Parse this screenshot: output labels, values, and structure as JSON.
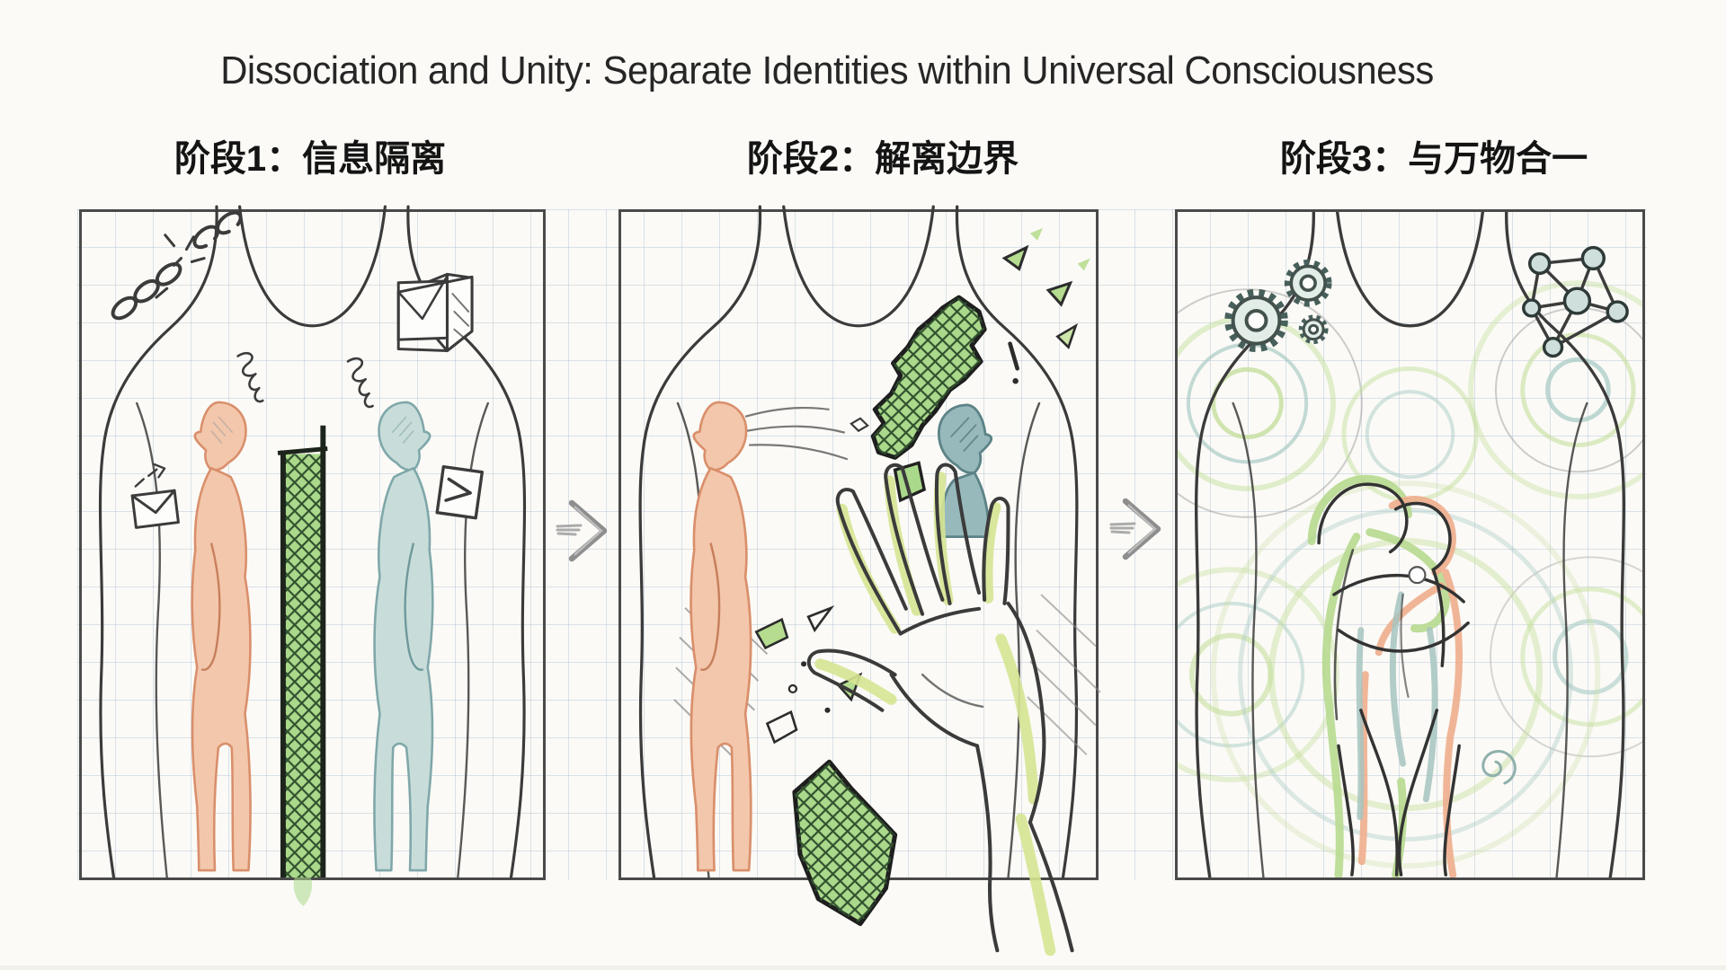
{
  "header": {
    "title": "Dissociation and Unity: Separate Identities within Universal Consciousness"
  },
  "stages": [
    {
      "id": "1",
      "label": "阶段1：信息隔离"
    },
    {
      "id": "2",
      "label": "阶段2：解离边界"
    },
    {
      "id": "3",
      "label": "阶段3：与万物合一"
    }
  ],
  "panels": [
    {
      "name": "information-isolation",
      "icons": [
        "broken-chain-icon",
        "parcel-envelope-icon",
        "envelope-icon",
        "send-envelope-icon",
        "thought-squiggle-icon"
      ],
      "figures": [
        "torso-outline",
        "orange-identity-figure",
        "teal-identity-figure",
        "green-separation-barrier"
      ]
    },
    {
      "name": "dissolving-boundary",
      "icons": [
        "shattered-barrier-fragments",
        "exclamation-shard",
        "dissolution-streaks"
      ],
      "figures": [
        "torso-outline",
        "orange-identity-figure",
        "fading-teal-figure",
        "reaching-hand"
      ]
    },
    {
      "name": "unity-with-all",
      "icons": [
        "gears-icon",
        "network-icon",
        "spiral-icon",
        "ripple-rings"
      ],
      "figures": [
        "torso-outline",
        "embracing-figures"
      ]
    }
  ],
  "connector": {
    "arrow_icon": "next-stage-arrow"
  },
  "colors": {
    "paper": "#fbfaf6",
    "ink": "#3b3b3b",
    "grid_line": "#7d9bc3",
    "orange_fill": "#f3c7ac",
    "orange_stroke": "#d98f6b",
    "teal_fill": "#c8ddda",
    "teal_stroke": "#7fa7a9",
    "barrier_green": "#abd98b",
    "barrier_hatch": "#30502e",
    "hand_green": "#d6e694",
    "ripple_green": "#c6df9e",
    "ripple_teal": "#a9cbc6",
    "arrow_gray": "#8e8e8e"
  }
}
